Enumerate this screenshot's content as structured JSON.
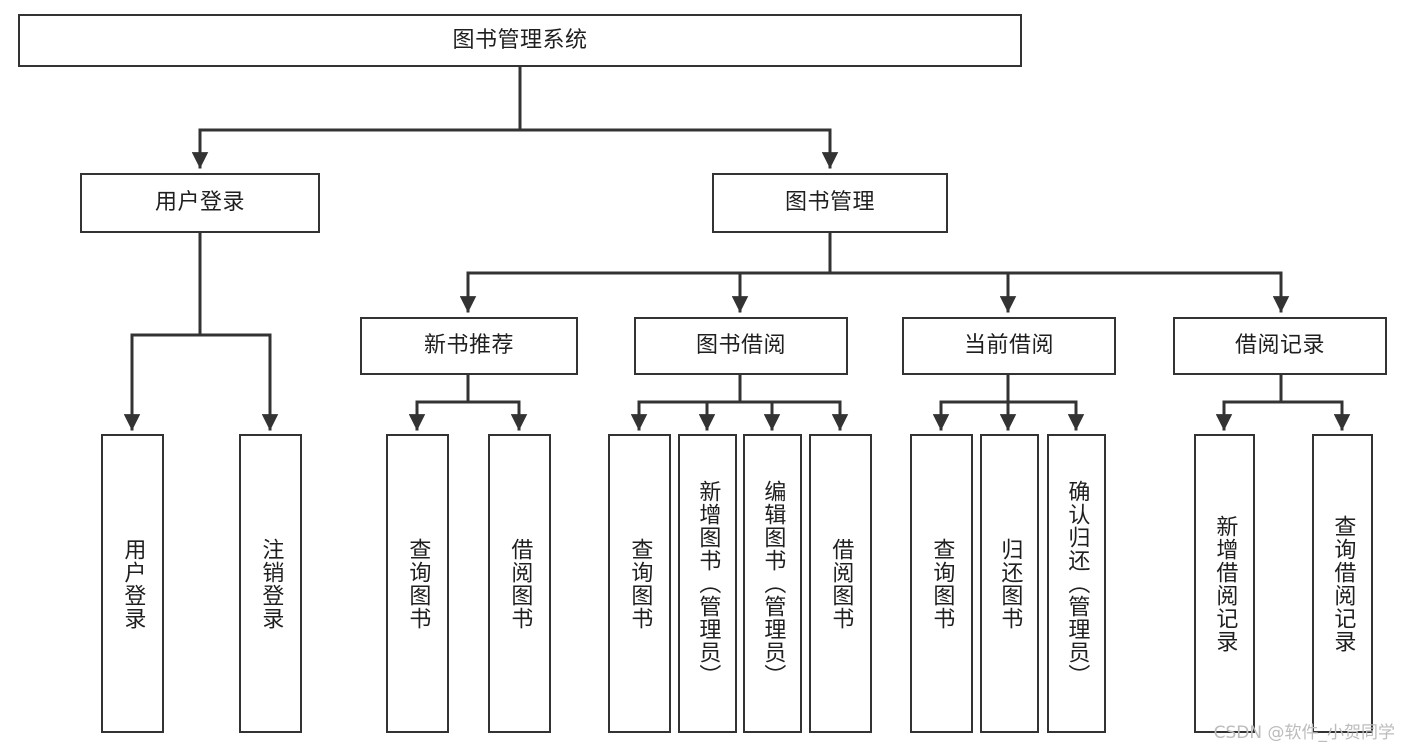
{
  "diagram": {
    "type": "tree",
    "title": "图书管理系统",
    "background_color": "#ffffff",
    "line_color": "#333333",
    "node_fill": "#ffffff",
    "nodes": [
      {
        "id": "root",
        "label": "图书管理系统",
        "orientation": "horizontal",
        "level": 0
      },
      {
        "id": "login",
        "label": "用户登录",
        "orientation": "horizontal",
        "level": 1
      },
      {
        "id": "bookmgmt",
        "label": "图书管理",
        "orientation": "horizontal",
        "level": 1
      },
      {
        "id": "newbooks",
        "label": "新书推荐",
        "orientation": "horizontal",
        "level": 2
      },
      {
        "id": "borrow",
        "label": "图书借阅",
        "orientation": "horizontal",
        "level": 2
      },
      {
        "id": "current",
        "label": "当前借阅",
        "orientation": "horizontal",
        "level": 2
      },
      {
        "id": "records",
        "label": "借阅记录",
        "orientation": "horizontal",
        "level": 2
      },
      {
        "id": "leaf1",
        "label": "用户登录",
        "orientation": "vertical",
        "level": 3
      },
      {
        "id": "leaf2",
        "label": "注销登录",
        "orientation": "vertical",
        "level": 3
      },
      {
        "id": "leaf3",
        "label": "查询图书",
        "orientation": "vertical",
        "level": 3
      },
      {
        "id": "leaf4",
        "label": "借阅图书",
        "orientation": "vertical",
        "level": 3
      },
      {
        "id": "leaf5",
        "label": "查询图书",
        "orientation": "vertical",
        "level": 3
      },
      {
        "id": "leaf6",
        "label": "新增图书（管理员）",
        "orientation": "vertical",
        "level": 3
      },
      {
        "id": "leaf7",
        "label": "编辑图书（管理员）",
        "orientation": "vertical",
        "level": 3
      },
      {
        "id": "leaf8",
        "label": "借阅图书",
        "orientation": "vertical",
        "level": 3
      },
      {
        "id": "leaf9",
        "label": "查询图书",
        "orientation": "vertical",
        "level": 3
      },
      {
        "id": "leaf10",
        "label": "归还图书",
        "orientation": "vertical",
        "level": 3
      },
      {
        "id": "leaf11",
        "label": "确认归还（管理员）",
        "orientation": "vertical",
        "level": 3
      },
      {
        "id": "leaf12",
        "label": "新增借阅记录",
        "orientation": "vertical",
        "level": 3
      },
      {
        "id": "leaf13",
        "label": "查询借阅记录",
        "orientation": "vertical",
        "level": 3
      }
    ],
    "edges": [
      {
        "from": "root",
        "to": "login"
      },
      {
        "from": "root",
        "to": "bookmgmt"
      },
      {
        "from": "login",
        "to": "leaf1"
      },
      {
        "from": "login",
        "to": "leaf2"
      },
      {
        "from": "bookmgmt",
        "to": "newbooks"
      },
      {
        "from": "bookmgmt",
        "to": "borrow"
      },
      {
        "from": "bookmgmt",
        "to": "current"
      },
      {
        "from": "bookmgmt",
        "to": "records"
      },
      {
        "from": "newbooks",
        "to": "leaf3"
      },
      {
        "from": "newbooks",
        "to": "leaf4"
      },
      {
        "from": "borrow",
        "to": "leaf5"
      },
      {
        "from": "borrow",
        "to": "leaf6"
      },
      {
        "from": "borrow",
        "to": "leaf7"
      },
      {
        "from": "borrow",
        "to": "leaf8"
      },
      {
        "from": "current",
        "to": "leaf9"
      },
      {
        "from": "current",
        "to": "leaf10"
      },
      {
        "from": "current",
        "to": "leaf11"
      },
      {
        "from": "records",
        "to": "leaf12"
      },
      {
        "from": "records",
        "to": "leaf13"
      }
    ]
  },
  "watermark": {
    "text": "CSDN @软件_小贺同学"
  }
}
